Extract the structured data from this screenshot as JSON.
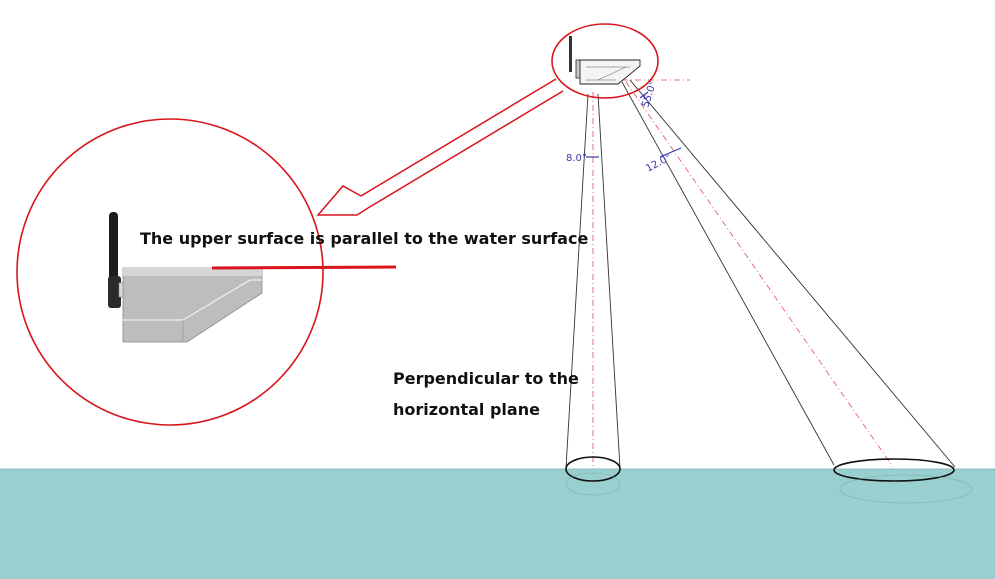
{
  "colors": {
    "water": "#99cfcf",
    "highlight": "#d9141b",
    "dimension": "#3a3aa8",
    "outline": "#222222",
    "housing": "#b8b8b8"
  },
  "annotations": {
    "upper_surface": "The upper surface is parallel to the water surface",
    "perpendicular_line1": "Perpendicular to the",
    "perpendicular_line2": "horizontal plane"
  },
  "dimensions": {
    "vertical_beam_angle": "8.0°",
    "tilt_angle": "55.0°",
    "slant_beam_angle": "12.0°"
  },
  "icons": {
    "device": "radar-sensor-icon",
    "antenna": "antenna-icon",
    "zoom_arrow": "double-arrow-icon"
  }
}
